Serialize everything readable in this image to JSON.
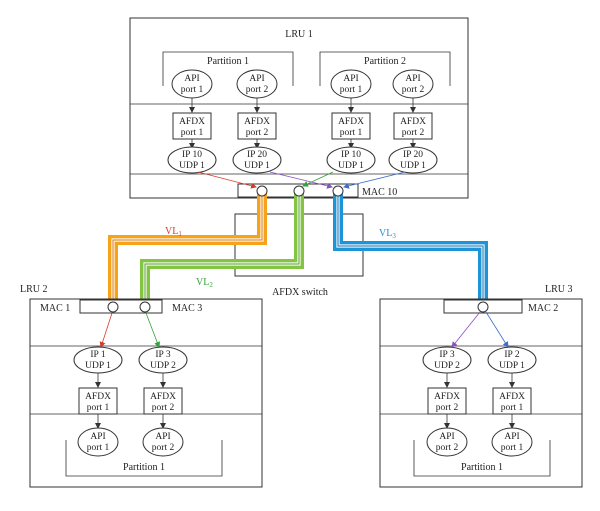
{
  "lru1": {
    "title": "LRU 1",
    "partition1": "Partition 1",
    "partition2": "Partition 2",
    "api_p1": [
      "API",
      "port 1"
    ],
    "api_p2": [
      "API",
      "port 2"
    ],
    "afdx_p1": [
      "AFDX",
      "port 1"
    ],
    "afdx_p2": [
      "AFDX",
      "port 2"
    ],
    "ip10": [
      "IP 10",
      "UDP 1"
    ],
    "ip20": [
      "IP 20",
      "UDP 1"
    ],
    "mac": "MAC 10"
  },
  "lru2": {
    "title": "LRU 2",
    "mac1": "MAC 1",
    "mac3": "MAC 3",
    "ip1": [
      "IP 1",
      "UDP 1"
    ],
    "ip3": [
      "IP 3",
      "UDP 2"
    ],
    "afdx_p1": [
      "AFDX",
      "port 1"
    ],
    "afdx_p2": [
      "AFDX",
      "port 2"
    ],
    "api_p1": [
      "API",
      "port 1"
    ],
    "api_p2": [
      "API",
      "port 2"
    ],
    "partition": "Partition 1"
  },
  "lru3": {
    "title": "LRU 3",
    "mac": "MAC 2",
    "ip3": [
      "IP 3",
      "UDP 2"
    ],
    "ip2": [
      "IP 2",
      "UDP 1"
    ],
    "afdx_p2": [
      "AFDX",
      "port 2"
    ],
    "afdx_p1": [
      "AFDX",
      "port 1"
    ],
    "api_p2": [
      "API",
      "port 2"
    ],
    "api_p1": [
      "API",
      "port 1"
    ],
    "partition": "Partition 1"
  },
  "switch": {
    "label": "AFDX switch"
  },
  "vl": [
    {
      "base": "VL",
      "sub": "1",
      "color": "#d83a2a",
      "band": "#f6a21a"
    },
    {
      "base": "VL",
      "sub": "2",
      "color": "#33a33a",
      "band": "#84c443"
    },
    {
      "base": "VL",
      "sub": "3",
      "color": "#1d8fd6",
      "band": "#1d94d8"
    }
  ],
  "colors": {
    "purple": "#8b4fc4",
    "blue_arrow": "#3a6fd0"
  }
}
